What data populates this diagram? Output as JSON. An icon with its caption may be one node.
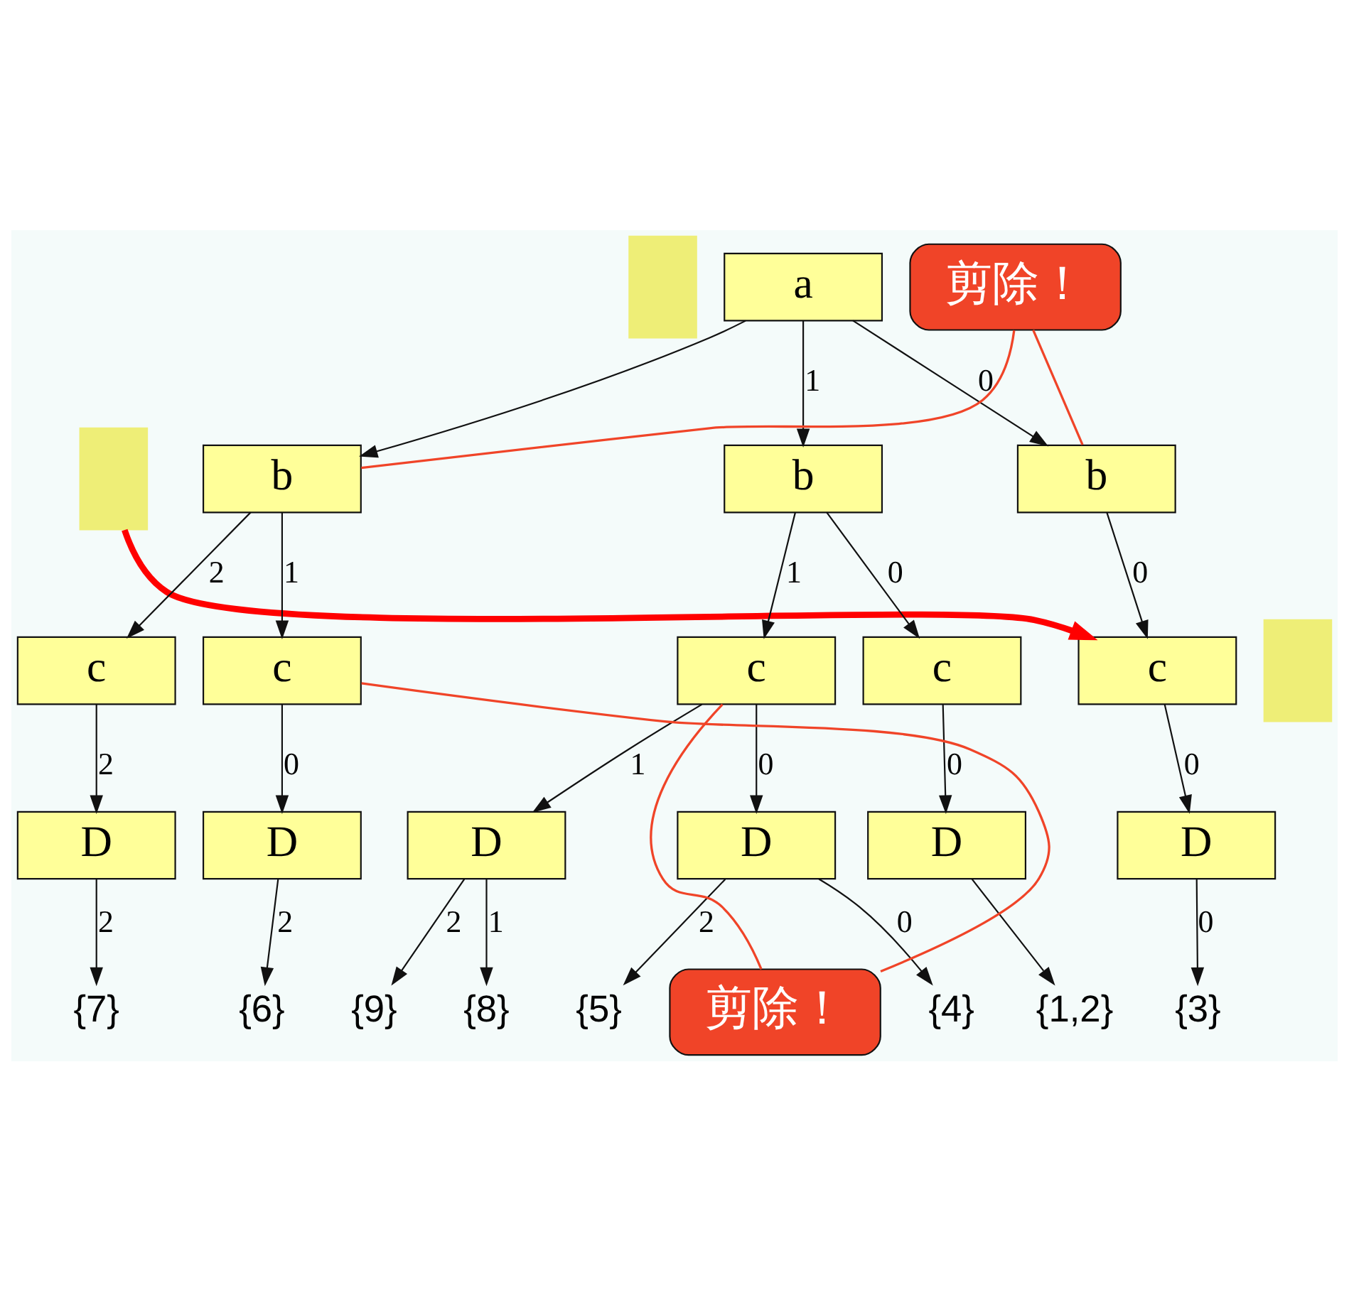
{
  "diagram": {
    "nodes": [
      {
        "text": [
          "a"
        ]
      },
      {
        "text": [
          "b"
        ]
      },
      {
        "text": [
          "b"
        ]
      },
      {
        "text": [
          "b"
        ]
      },
      {
        "text": [
          "c"
        ]
      },
      {
        "text": [
          "c"
        ]
      },
      {
        "text": [
          "c"
        ]
      },
      {
        "text": [
          "c"
        ]
      },
      {
        "text": [
          "c"
        ]
      },
      {
        "text": [
          "D"
        ]
      },
      {
        "text": [
          "D"
        ]
      },
      {
        "text": [
          "D"
        ]
      },
      {
        "text": [
          "D"
        ]
      },
      {
        "text": [
          "D"
        ]
      },
      {
        "text": [
          "D"
        ]
      },
      {
        "text": [
          "{4}"
        ]
      },
      {
        "text": [
          "{5}"
        ]
      },
      {
        "text": [
          "{8}"
        ]
      },
      {
        "text": [
          "{9}"
        ]
      },
      {
        "text": [
          "{1,2}"
        ]
      },
      {
        "text": [
          "{3}"
        ]
      },
      {
        "text": [
          "{6}"
        ]
      },
      {
        "text": [
          "{7}"
        ]
      },
      {
        "text": [
          "剪除！"
        ]
      },
      {
        "text": [
          "剪除！"
        ]
      },
      {
        "text": [],
        "shape": "box"
      },
      {
        "text": [],
        "shape": "box"
      },
      {
        "text": [],
        "shape": "box"
      }
    ],
    "edges": [
      {
        "from": 0,
        "to": 1,
        "arrow": "to",
        "label": "1"
      },
      {
        "from": 0,
        "to": 2,
        "arrow": "to",
        "label": "0"
      },
      {
        "from": 0,
        "to": 3,
        "arrow": "to"
      },
      {
        "from": 1,
        "to": 4,
        "arrow": "to",
        "label": "1"
      },
      {
        "from": 1,
        "to": 5,
        "arrow": "to",
        "label": "0"
      },
      {
        "from": 2,
        "to": 6,
        "arrow": "to",
        "label": "0"
      },
      {
        "from": 3,
        "to": 7,
        "arrow": "to",
        "label": "1"
      },
      {
        "from": 3,
        "to": 8,
        "arrow": "to",
        "label": "2"
      },
      {
        "from": 4,
        "to": 9,
        "arrow": "to",
        "label": "0"
      },
      {
        "from": 4,
        "to": 10,
        "arrow": "to",
        "label": "1"
      },
      {
        "from": 5,
        "to": 11,
        "arrow": "to",
        "label": "0"
      },
      {
        "from": 6,
        "to": 12,
        "arrow": "to",
        "label": "0"
      },
      {
        "from": 7,
        "to": 13,
        "arrow": "to",
        "label": "0"
      },
      {
        "from": 8,
        "to": 14,
        "arrow": "to",
        "label": "2"
      },
      {
        "from": 9,
        "to": 15,
        "arrow": "to",
        "label": "0"
      },
      {
        "from": 9,
        "to": 16,
        "arrow": "to",
        "label": "2"
      },
      {
        "from": 10,
        "to": 17,
        "arrow": "to",
        "label": "1"
      },
      {
        "from": 10,
        "to": 18,
        "arrow": "to",
        "label": "2"
      },
      {
        "from": 11,
        "to": 19,
        "arrow": "to"
      },
      {
        "from": 12,
        "to": 20,
        "arrow": "to",
        "label": "0"
      },
      {
        "from": 13,
        "to": 21,
        "arrow": "to",
        "label": "2"
      },
      {
        "from": 14,
        "to": 22,
        "arrow": "to",
        "label": "2"
      },
      {
        "from": 23,
        "to": 2,
        "arrow": "none",
        "color": "#f04428"
      },
      {
        "from": 23,
        "to": 3,
        "arrow": "none",
        "color": "#f04428"
      },
      {
        "from": 24,
        "to": 4,
        "arrow": "none",
        "color": "#f04428"
      },
      {
        "from": 24,
        "to": 7,
        "arrow": "none",
        "color": "#f04428"
      },
      {
        "from": 26,
        "to": 6,
        "arrow": "to",
        "style": "thick",
        "color": "#ff0000"
      }
    ]
  }
}
